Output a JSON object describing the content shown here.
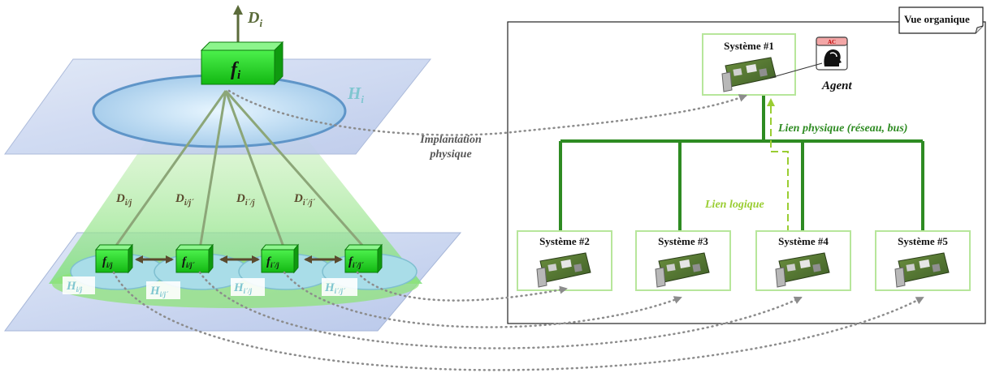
{
  "functional": {
    "top_function": {
      "letter": "f",
      "sub": "i"
    },
    "top_output": {
      "letter": "D",
      "sub": "i"
    },
    "top_horizon": {
      "letter": "H",
      "sub": "i"
    },
    "links": [
      {
        "letter": "D",
        "sub": "i/j"
      },
      {
        "letter": "D",
        "sub": "i/j´"
      },
      {
        "letter": "D",
        "sub": "i´/j"
      },
      {
        "letter": "D",
        "sub": "i´/j´"
      }
    ],
    "subfunctions": [
      {
        "letter": "f",
        "sub": "i/j"
      },
      {
        "letter": "f",
        "sub": "i/j´"
      },
      {
        "letter": "f",
        "sub": "i´/j"
      },
      {
        "letter": "f",
        "sub": "i´/j´"
      }
    ],
    "horizons": [
      {
        "letter": "H",
        "sub": "i/j"
      },
      {
        "letter": "H",
        "sub": "i/j´"
      },
      {
        "letter": "H",
        "sub": "i´/j"
      },
      {
        "letter": "H",
        "sub": "i´/j´"
      }
    ],
    "implantation_label_line1": "Implantation",
    "implantation_label_line2": "physique"
  },
  "organic": {
    "title": "Vue organique",
    "systems": [
      {
        "label": "Système #1"
      },
      {
        "label": "Système #2"
      },
      {
        "label": "Système #3"
      },
      {
        "label": "Système #4"
      },
      {
        "label": "Système #5"
      }
    ],
    "agent_label": "Agent",
    "agent_badge": "AC",
    "physical_link_label": "Lien physique (réseau, bus)",
    "logical_link_label": "Lien logique"
  },
  "colors": {
    "function_box": "#22cc22",
    "bus_line": "#2e8b22",
    "logical_link": "#9acd32",
    "plane": "#c8d6f0",
    "horizon_text": "#7fc6d0"
  }
}
